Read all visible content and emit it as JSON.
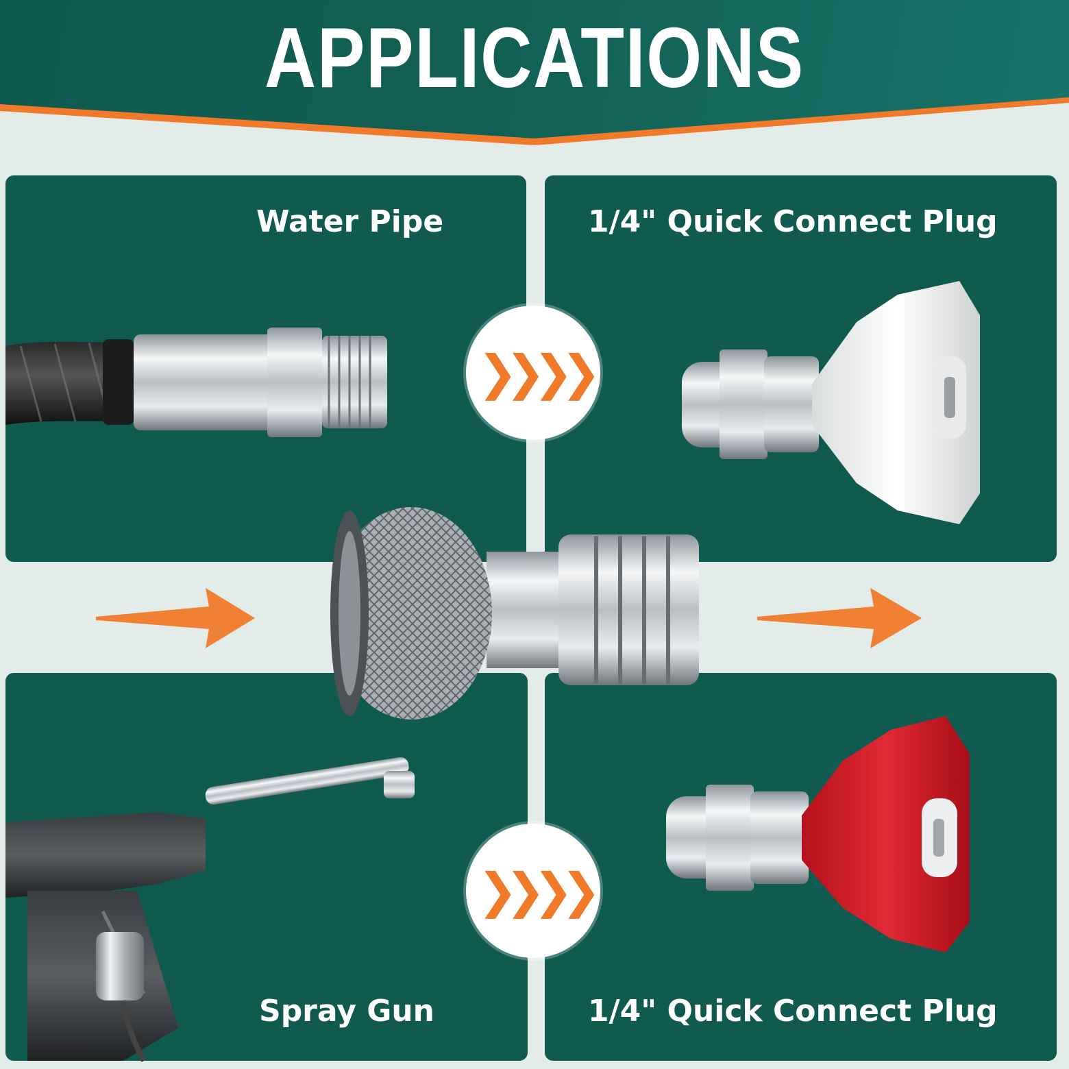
{
  "header": {
    "title": "APPLICATIONS"
  },
  "panels": {
    "top_left": {
      "label": "Water Pipe"
    },
    "top_right": {
      "label": "1/4\" Quick Connect Plug"
    },
    "bottom_left": {
      "label": "Spray Gun"
    },
    "bottom_right": {
      "label": "1/4\" Quick Connect Plug"
    }
  },
  "colors": {
    "panel_green": "#115a4f",
    "accent_orange": "#f07a2a",
    "background": "#e4ecea",
    "nozzle_white": "#f4f4f4",
    "nozzle_red": "#d8202c"
  },
  "icons": [
    "chevron-right-icon",
    "arrow-right-icon"
  ]
}
